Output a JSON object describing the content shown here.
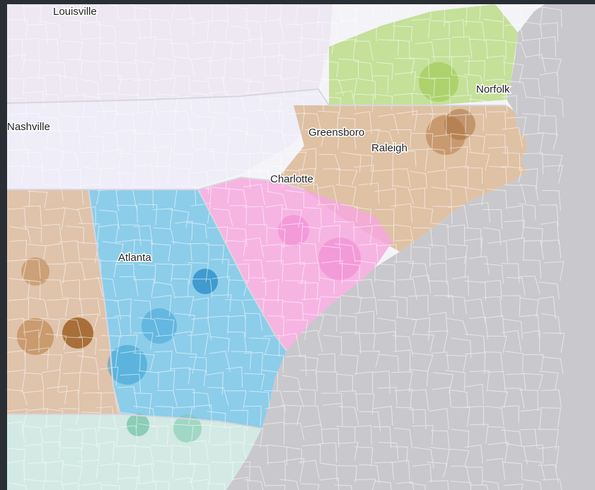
{
  "cities": [
    {
      "id": "louisville",
      "name": "Louisville"
    },
    {
      "id": "nashville",
      "name": "Nashville"
    },
    {
      "id": "norfolk",
      "name": "Norfolk"
    },
    {
      "id": "greensboro",
      "name": "Greensboro"
    },
    {
      "id": "raleigh",
      "name": "Raleigh"
    },
    {
      "id": "charlotte",
      "name": "Charlotte"
    },
    {
      "id": "atlanta",
      "name": "Atlanta"
    }
  ],
  "colors": {
    "ocean": "#c9c8cc",
    "land": "#f4f3f7",
    "county_lines": "#ffffff",
    "state_lines": "#d8d6de",
    "kentucky_tint": "#e9e2f0",
    "tennessee_tint": "#ecebf8",
    "virginia_green": "#b6d97a",
    "nc_brown": "#d9b48e",
    "sc_pink": "#f6a8df",
    "ga_blue": "#79c6e7",
    "al_brown": "#d8b391",
    "fl_teal": "#cbe8df"
  }
}
